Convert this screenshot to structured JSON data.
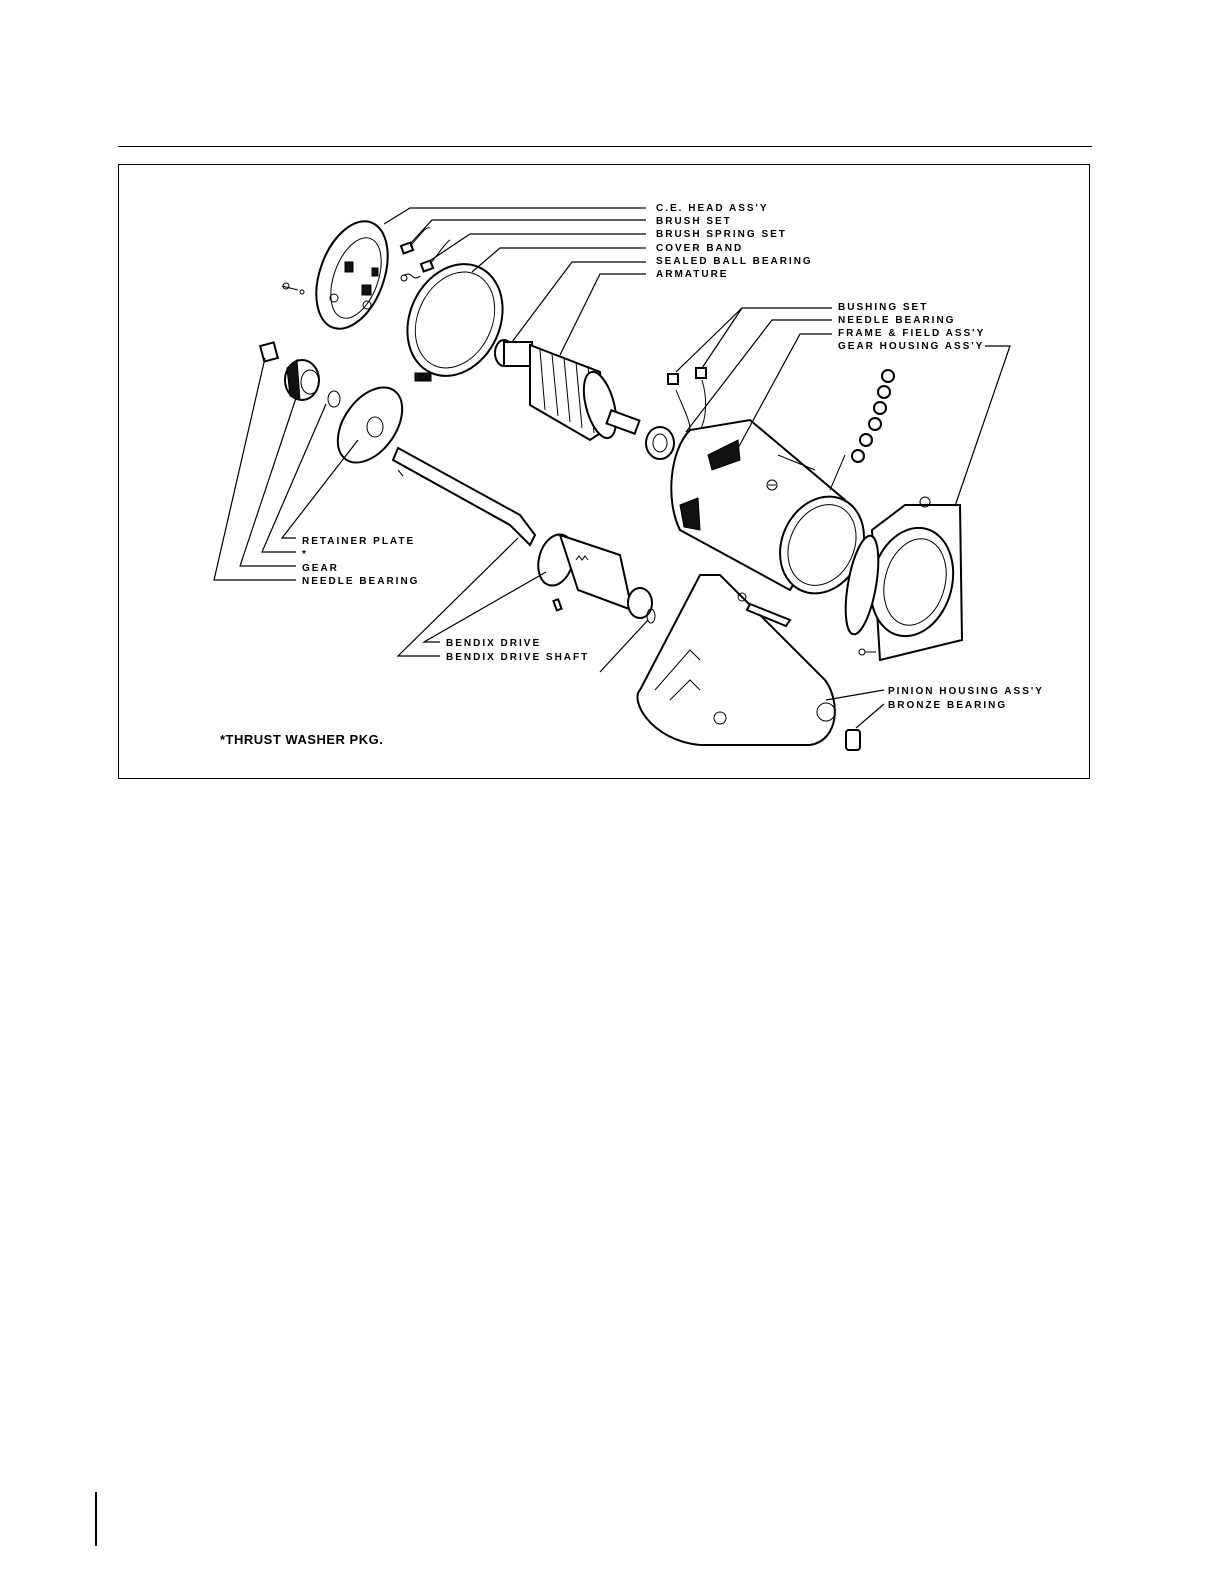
{
  "diagram": {
    "labels_top": {
      "ce_head": "C.E. HEAD ASS'Y",
      "brush_set": "BRUSH SET",
      "brush_spring_set": "BRUSH SPRING SET",
      "cover_band": "COVER BAND",
      "sealed_ball_bearing": "SEALED BALL BEARING",
      "armature": "ARMATURE"
    },
    "labels_right": {
      "bushing_set": "BUSHING SET",
      "needle_bearing": "NEEDLE BEARING",
      "frame_field": "FRAME & FIELD ASS'Y",
      "gear_housing": "GEAR HOUSING ASS'Y"
    },
    "labels_left": {
      "retainer_plate": "RETAINER PLATE",
      "asterisk": "*",
      "gear": "GEAR",
      "needle_bearing": "NEEDLE BEARING"
    },
    "labels_middle": {
      "bendix_drive": "BENDIX DRIVE",
      "bendix_drive_shaft": "BENDIX DRIVE SHAFT"
    },
    "labels_bottom_right": {
      "pinion_housing": "PINION HOUSING ASS'Y",
      "bronze_bearing": "BRONZE BEARING"
    },
    "footnote": "*THRUST WASHER PKG."
  }
}
